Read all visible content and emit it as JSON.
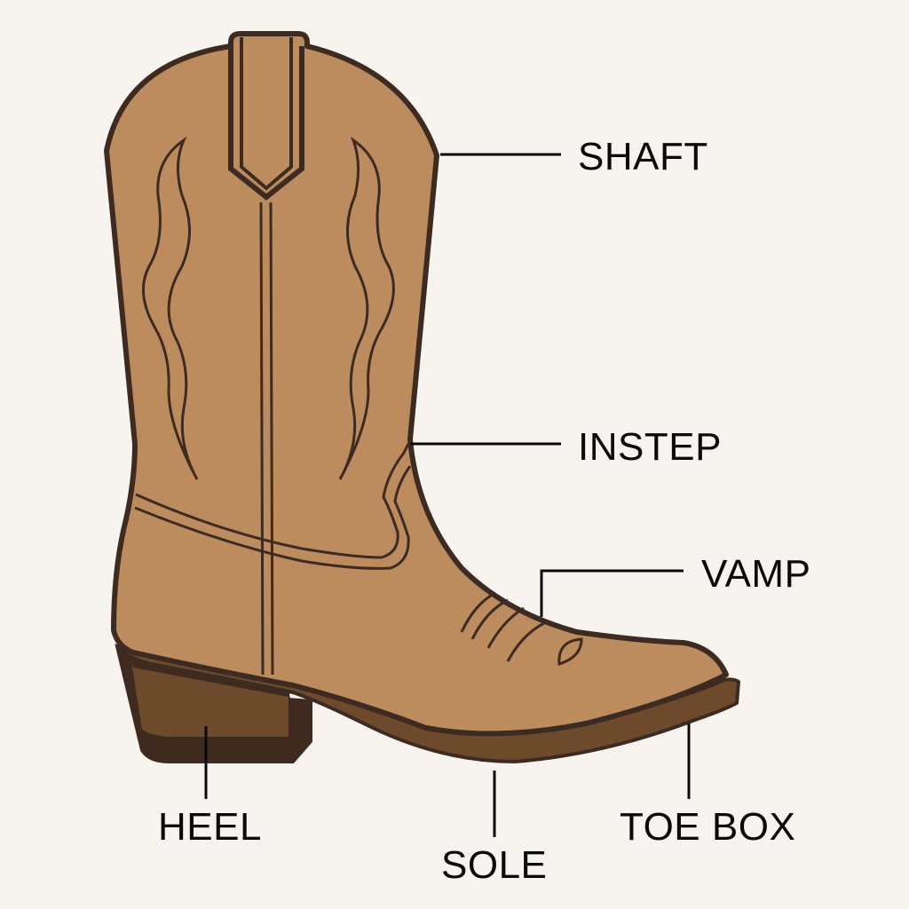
{
  "diagram": {
    "subject": "Cowboy boot anatomy",
    "colors": {
      "background": "#f7f4ef",
      "leather": "#bd8c5e",
      "outline": "#3d2b22",
      "sole": "#6e4a2c",
      "heel_dark": "#3f2a1f",
      "leader_line": "#0a0a0a",
      "label_text": "#0a0a0a"
    },
    "labels": [
      {
        "id": "shaft",
        "text": "SHAFT"
      },
      {
        "id": "instep",
        "text": "INSTEP"
      },
      {
        "id": "vamp",
        "text": "VAMP"
      },
      {
        "id": "heel",
        "text": "HEEL"
      },
      {
        "id": "sole",
        "text": "SOLE"
      },
      {
        "id": "toe_box",
        "text": "TOE BOX"
      }
    ]
  }
}
